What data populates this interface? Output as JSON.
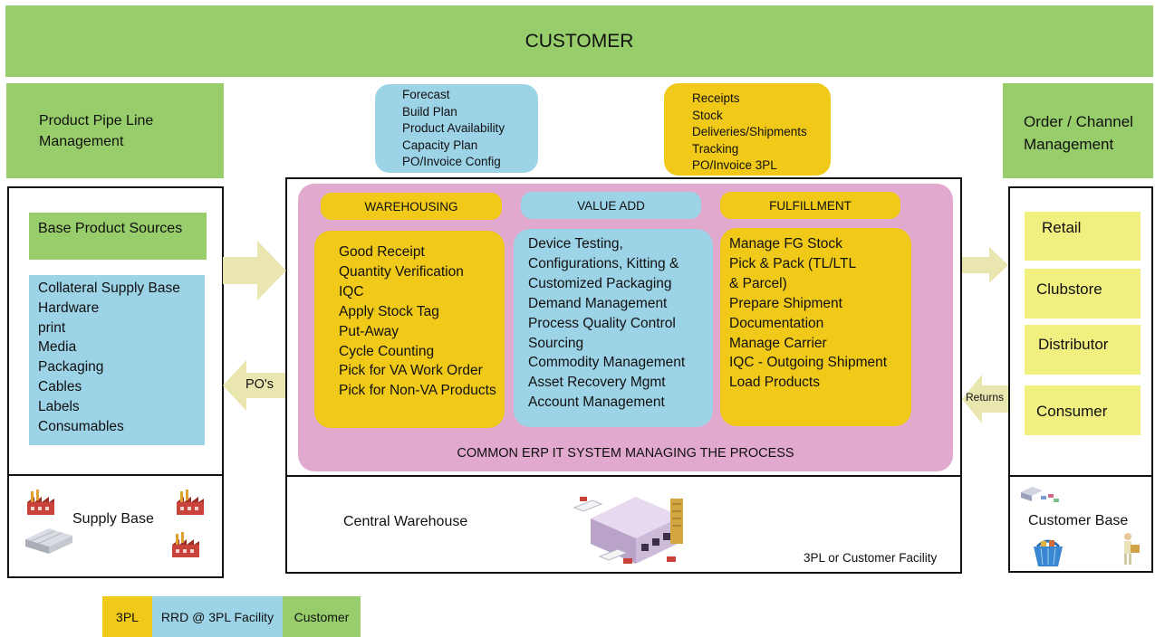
{
  "customer_banner": "CUSTOMER",
  "left_header": [
    "Product Pipe Line",
    "Management"
  ],
  "right_header": [
    "Order / Channel",
    "Management"
  ],
  "info_blue": [
    "Forecast",
    "Build Plan",
    "Product Availability",
    "Capacity Plan",
    "PO/Invoice Config"
  ],
  "info_yellow": [
    "Receipts",
    "Stock",
    "Deliveries/Shipments",
    "Tracking",
    "PO/Invoice 3PL"
  ],
  "left_panel": {
    "base_sources": "Base Product Sources",
    "collateral": [
      "Collateral Supply Base",
      "Hardware",
      "print",
      "Media",
      "Packaging",
      "Cables",
      "Labels",
      "Consumables"
    ],
    "supply_base": "Supply Base"
  },
  "center_panel": {
    "warehousing": {
      "title": "WAREHOUSING",
      "items": [
        "Good Receipt",
        "Quantity Verification",
        "IQC",
        "Apply Stock Tag",
        "Put-Away",
        "Cycle Counting",
        "Pick for VA Work Order",
        "Pick for Non-VA Products"
      ]
    },
    "value_add": {
      "title": "VALUE ADD",
      "items": [
        "Device Testing,",
        "Configurations, Kitting &",
        "Customized Packaging",
        "Demand Management",
        "Process Quality Control",
        "Sourcing",
        "Commodity Management",
        "Asset Recovery Mgmt",
        "Account Management"
      ]
    },
    "fulfillment": {
      "title": "FULFILLMENT",
      "items": [
        "Manage FG Stock",
        "Pick & Pack (TL/LTL",
        "& Parcel)",
        "Prepare Shipment",
        "Documentation",
        "Manage Carrier",
        "IQC - Outgoing Shipment",
        "Load Products"
      ]
    },
    "erp_caption": "COMMON ERP IT SYSTEM MANAGING THE PROCESS",
    "central_warehouse": "Central Warehouse",
    "facility_label": "3PL or Customer Facility"
  },
  "right_panel": {
    "channels": [
      "Retail",
      "Clubstore",
      "Distributor",
      "Consumer"
    ],
    "customer_base": "Customer Base"
  },
  "arrows": {
    "pos_label": "PO's",
    "returns_label": "Returns"
  },
  "legend": [
    "3PL",
    "RRD @ 3PL Facility",
    "Customer"
  ],
  "colors": {
    "green": "#97cd6a",
    "blue": "#9dd3e6",
    "yellow": "#f0c919",
    "pink": "#e2a9cf",
    "pale_yellow": "#f1ef80",
    "arrow": "#e9e6b0",
    "factory_red": "#c8443a"
  }
}
